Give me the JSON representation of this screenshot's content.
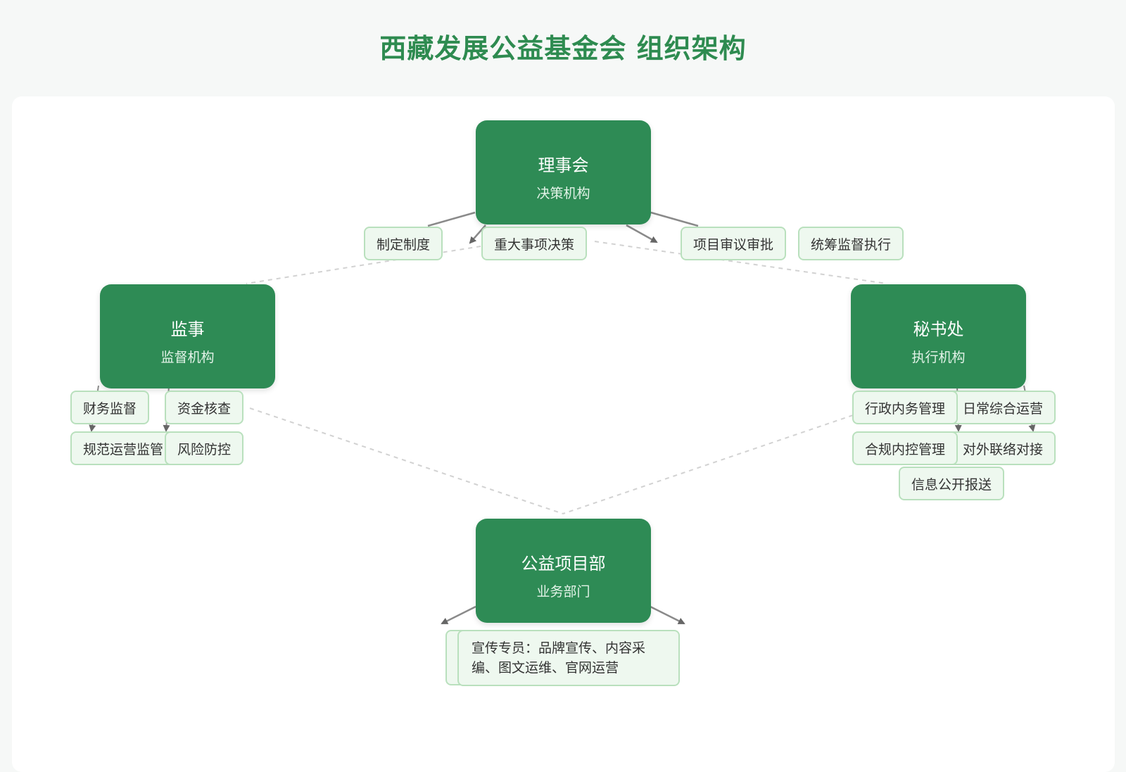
{
  "title": "西藏发展公益基金会 组织架构",
  "nodes": {
    "council": {
      "name": "理事会",
      "role": "决策机构"
    },
    "supervisor": {
      "name": "监事",
      "role": "监督机构"
    },
    "secretariat": {
      "name": "秘书处",
      "role": "执行机构"
    },
    "project": {
      "name": "公益项目部",
      "role": "业务部门"
    }
  },
  "duties": {
    "council": [
      "制定制度",
      "重大事项决策",
      "项目审议审批",
      "统筹监督执行"
    ],
    "supervisor": [
      "财务监督",
      "资金核查",
      "规范运营监管",
      "风险防控"
    ],
    "secretariat": [
      "行政内务管理",
      "日常综合运营",
      "合规内控管理",
      "对外联络对接",
      "信息公开报送"
    ],
    "project": [
      "宣传专员：品牌宣传、内容采编、图文运维、官网运营"
    ]
  },
  "colors": {
    "title": "#2e8b50",
    "node": "#2e8b55",
    "tag_fill": "#eef8ef",
    "tag_border": "#b9e0bd"
  }
}
